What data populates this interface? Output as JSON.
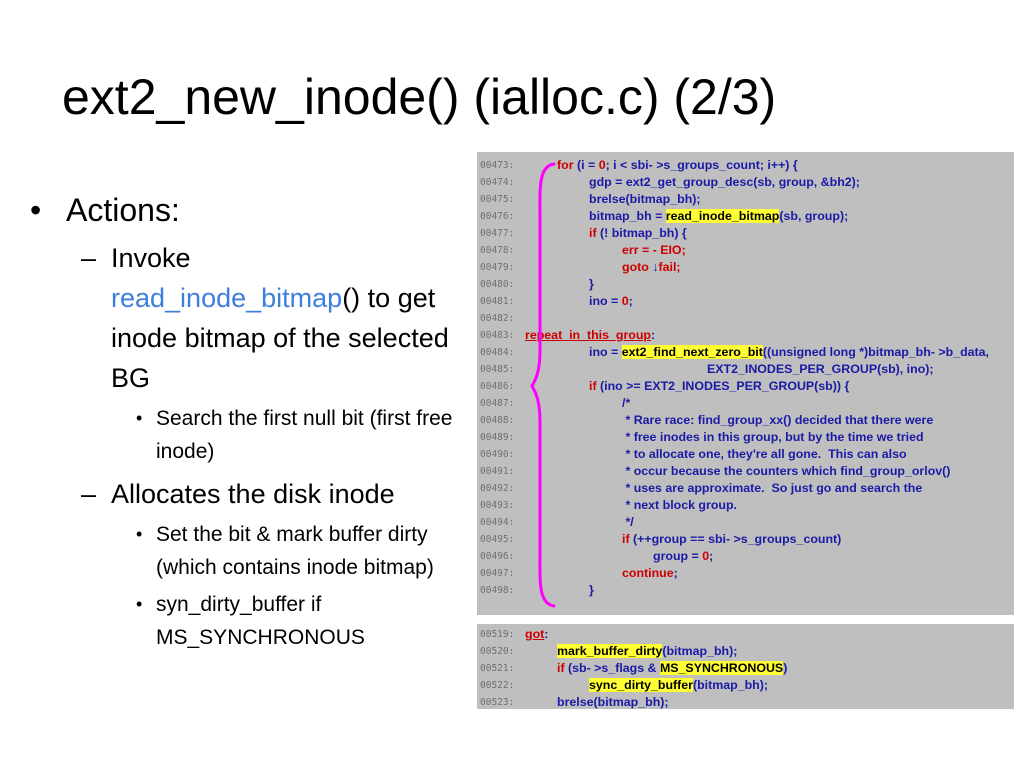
{
  "slide": {
    "title": "ext2_new_inode() (ialloc.c) (2/3)"
  },
  "bullets": {
    "actions": "Actions:",
    "invoke_prefix": "Invoke",
    "invoke_link": "read_inode_bitmap",
    "invoke_suffix": "() to get inode bitmap of the selected BG",
    "search": "Search the first null bit (first free inode)",
    "allocates": "Allocates the disk inode",
    "set_bit": "Set the bit & mark buffer dirty (which contains inode bitmap)",
    "syn_dirty": "syn_dirty_buffer if MS_SYNCHRONOUS",
    "dash": "–",
    "dot": "•"
  },
  "code_panel_1": {
    "lines": [
      {
        "num": "00473:",
        "parts": [
          {
            "t": "for",
            "c": "kw"
          },
          {
            "t": " (",
            "c": "id"
          },
          {
            "t": "i",
            "c": "id"
          },
          {
            "t": " = ",
            "c": "id"
          },
          {
            "t": "0",
            "c": "kw"
          },
          {
            "t": "; i < sbi- >s_groups_count; i++) {",
            "c": "id"
          }
        ]
      },
      {
        "num": "00474:",
        "parts": [
          {
            "t": "gdp = ext2_get_group_desc(sb, group, &bh2);",
            "c": "id"
          }
        ]
      },
      {
        "num": "00475:",
        "parts": [
          {
            "t": "brelse(bitmap_bh);",
            "c": "id"
          }
        ]
      },
      {
        "num": "00476:",
        "parts": [
          {
            "t": "bitmap_bh = ",
            "c": "id"
          },
          {
            "t": "read_inode_bitmap",
            "c": "hl"
          },
          {
            "t": "(sb, group);",
            "c": "id"
          }
        ]
      },
      {
        "num": "00477:",
        "parts": [
          {
            "t": "if",
            "c": "kw"
          },
          {
            "t": " (! bitmap_bh) {",
            "c": "id"
          }
        ]
      },
      {
        "num": "00478:",
        "parts": [
          {
            "t": "err = - EIO;",
            "c": "kw"
          }
        ]
      },
      {
        "num": "00479:",
        "parts": [
          {
            "t": "goto",
            "c": "kw"
          },
          {
            "t": " ↓",
            "c": "id"
          },
          {
            "t": "fail;",
            "c": "kw"
          }
        ]
      },
      {
        "num": "00480:",
        "parts": [
          {
            "t": "}",
            "c": "id"
          }
        ]
      },
      {
        "num": "00481:",
        "parts": [
          {
            "t": "ino = ",
            "c": "id"
          },
          {
            "t": "0",
            "c": "kw"
          },
          {
            "t": ";",
            "c": "id"
          }
        ]
      },
      {
        "num": "00482:",
        "parts": []
      },
      {
        "num": "00483:",
        "parts": [
          {
            "t": "repeat_in_this_group",
            "c": "lbl"
          },
          {
            "t": ":",
            "c": "id"
          }
        ]
      },
      {
        "num": "00484:",
        "parts": [
          {
            "t": "ino = ",
            "c": "id"
          },
          {
            "t": "ext2_find_next_zero_bit",
            "c": "hl"
          },
          {
            "t": "((unsigned long *)bitmap_bh- >b_data,",
            "c": "id"
          }
        ]
      },
      {
        "num": "00485:",
        "parts": [
          {
            "t": "EXT2_INODES_PER_GROUP(sb), ino);",
            "c": "id"
          }
        ]
      },
      {
        "num": "00486:",
        "parts": [
          {
            "t": "if",
            "c": "kw"
          },
          {
            "t": " (ino >= EXT2_INODES_PER_GROUP(sb)) {",
            "c": "id"
          }
        ]
      },
      {
        "num": "00487:",
        "parts": [
          {
            "t": "/*",
            "c": "id"
          }
        ]
      },
      {
        "num": "00488:",
        "parts": [
          {
            "t": " * Rare race: find_group_xx() decided that there were",
            "c": "id"
          }
        ]
      },
      {
        "num": "00489:",
        "parts": [
          {
            "t": " * free inodes in this group, but by the time we tried",
            "c": "id"
          }
        ]
      },
      {
        "num": "00490:",
        "parts": [
          {
            "t": " * to allocate one, they're all gone.  This can also",
            "c": "id"
          }
        ]
      },
      {
        "num": "00491:",
        "parts": [
          {
            "t": " * occur because the counters which find_group_orlov()",
            "c": "id"
          }
        ]
      },
      {
        "num": "00492:",
        "parts": [
          {
            "t": " * uses are approximate.  So just go and search the",
            "c": "id"
          }
        ]
      },
      {
        "num": "00493:",
        "parts": [
          {
            "t": " * next block group.",
            "c": "id"
          }
        ]
      },
      {
        "num": "00494:",
        "parts": [
          {
            "t": " */",
            "c": "id"
          }
        ]
      },
      {
        "num": "00495:",
        "parts": [
          {
            "t": "if",
            "c": "kw"
          },
          {
            "t": " (++group == sbi- >s_groups_count)",
            "c": "id"
          }
        ]
      },
      {
        "num": "00496:",
        "parts": [
          {
            "t": "group = ",
            "c": "id"
          },
          {
            "t": "0",
            "c": "kw"
          },
          {
            "t": ";",
            "c": "id"
          }
        ]
      },
      {
        "num": "00497:",
        "parts": [
          {
            "t": "continue",
            "c": "kw"
          },
          {
            "t": ";",
            "c": "id"
          }
        ]
      },
      {
        "num": "00498:",
        "parts": [
          {
            "t": "}",
            "c": "id"
          }
        ]
      }
    ]
  },
  "code_panel_2": {
    "lines": [
      {
        "num": "00519:",
        "parts": [
          {
            "t": "got",
            "c": "lbl"
          },
          {
            "t": ":",
            "c": "id"
          }
        ]
      },
      {
        "num": "00520:",
        "parts": [
          {
            "t": "mark_buffer_dirty",
            "c": "hl"
          },
          {
            "t": "(bitmap_bh);",
            "c": "id"
          }
        ]
      },
      {
        "num": "00521:",
        "parts": [
          {
            "t": "if",
            "c": "kw"
          },
          {
            "t": " (sb- >s_flags & ",
            "c": "id"
          },
          {
            "t": "MS_SYNCHRONOUS",
            "c": "hl"
          },
          {
            "t": ")",
            "c": "id"
          }
        ]
      },
      {
        "num": "00522:",
        "parts": [
          {
            "t": "sync_dirty_buffer",
            "c": "hl"
          },
          {
            "t": "(bitmap_bh);",
            "c": "id"
          }
        ]
      },
      {
        "num": "00523:",
        "parts": [
          {
            "t": "brelse(bitmap_bh);",
            "c": "id"
          }
        ]
      }
    ]
  },
  "colors": {
    "accent_link": "#3c7fdc",
    "bracket": "#ff00ff",
    "code_bg": "#bfbfbf",
    "highlight": "#ffff33"
  }
}
